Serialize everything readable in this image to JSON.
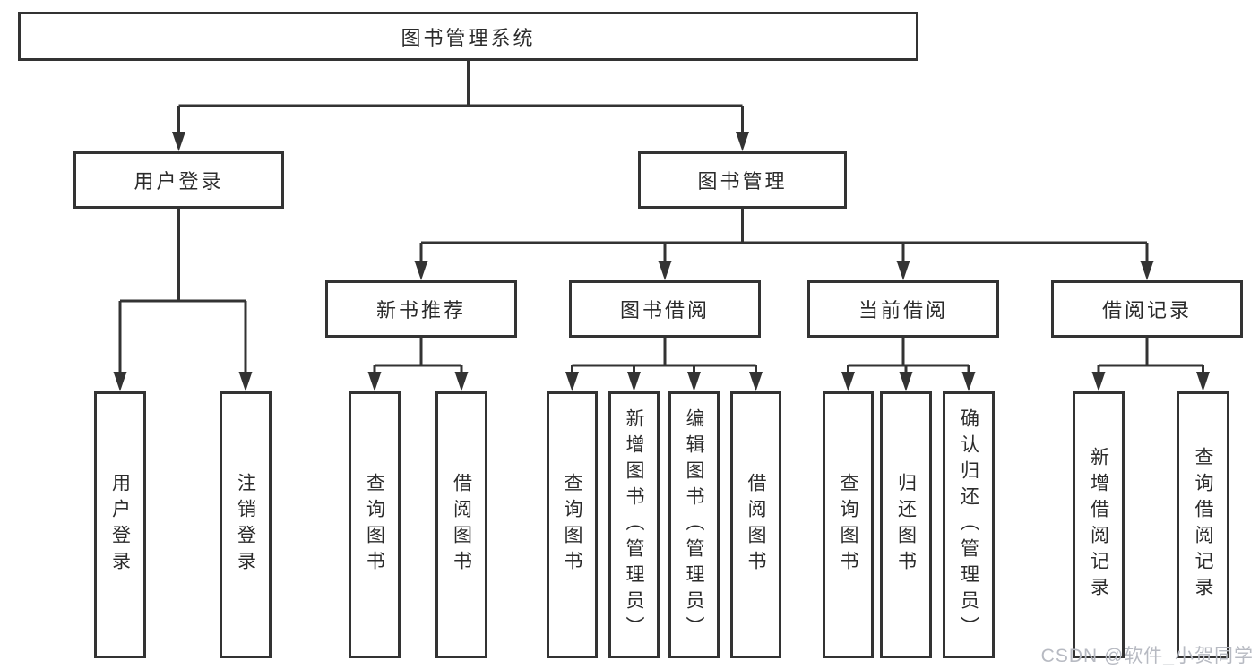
{
  "tree": {
    "label": "图书管理系统",
    "children": [
      {
        "label": "用户登录",
        "children": [
          {
            "label": "用户登录"
          },
          {
            "label": "注销登录"
          }
        ]
      },
      {
        "label": "图书管理",
        "children": [
          {
            "label": "新书推荐",
            "children": [
              {
                "label": "查询图书"
              },
              {
                "label": "借阅图书"
              }
            ]
          },
          {
            "label": "图书借阅",
            "children": [
              {
                "label": "查询图书"
              },
              {
                "label": "新增图书（管理员）"
              },
              {
                "label": "编辑图书（管理员）"
              },
              {
                "label": "借阅图书"
              }
            ]
          },
          {
            "label": "当前借阅",
            "children": [
              {
                "label": "查询图书"
              },
              {
                "label": "归还图书"
              },
              {
                "label": "确认归还（管理员）"
              }
            ]
          },
          {
            "label": "借阅记录",
            "children": [
              {
                "label": "新增借阅记录"
              },
              {
                "label": "查询借阅记录"
              }
            ]
          }
        ]
      }
    ]
  },
  "watermark": {
    "text": "CSDN @软件_小贺同学"
  },
  "colors": {
    "line": "#333333",
    "text": "#2b2b2b",
    "background": "#ffffff",
    "watermark": "#b7bac2"
  }
}
